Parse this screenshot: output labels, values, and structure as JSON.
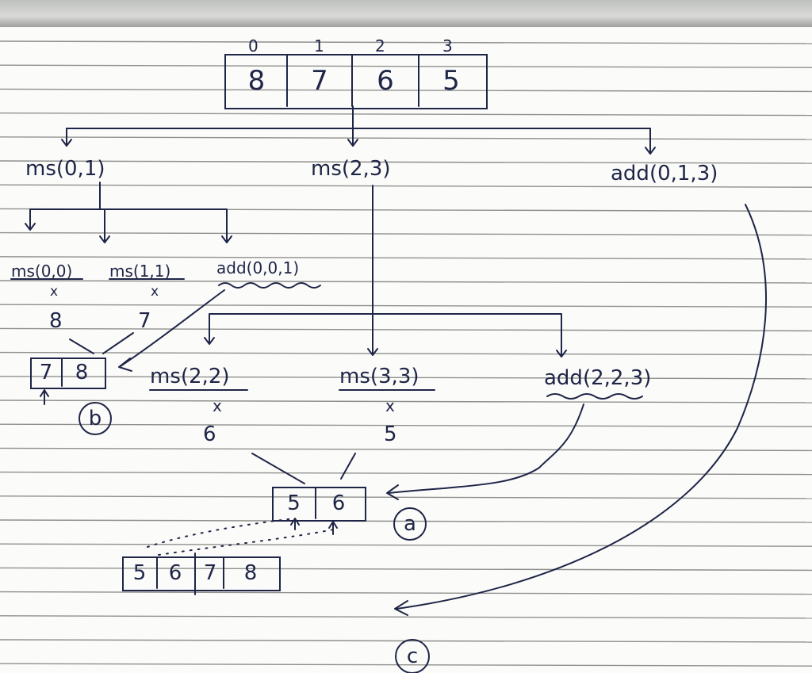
{
  "top_array": {
    "indices": [
      "0",
      "1",
      "2",
      "3"
    ],
    "values": [
      "8",
      "7",
      "6",
      "5"
    ]
  },
  "level1": {
    "left_call": "ms(0,1)",
    "mid_call": "ms(2,3)",
    "right_call": "add(0,1,3)"
  },
  "left_branch": {
    "call_a": "ms(0,0)",
    "call_b": "ms(1,1)",
    "call_c": "add(0,0,1)",
    "x_a": "x",
    "x_b": "x",
    "val_a": "8",
    "val_b": "7",
    "result": [
      "7",
      "8"
    ],
    "tag": "b"
  },
  "mid_branch": {
    "call_a": "ms(2,2)",
    "call_b": "ms(3,3)",
    "call_c": "add(2,2,3)",
    "x_a": "x",
    "x_b": "x",
    "val_a": "6",
    "val_b": "5",
    "result": [
      "5",
      "6"
    ],
    "tag": "a"
  },
  "merged": [
    "5",
    "6",
    "7",
    "8"
  ],
  "final_tag": "c"
}
